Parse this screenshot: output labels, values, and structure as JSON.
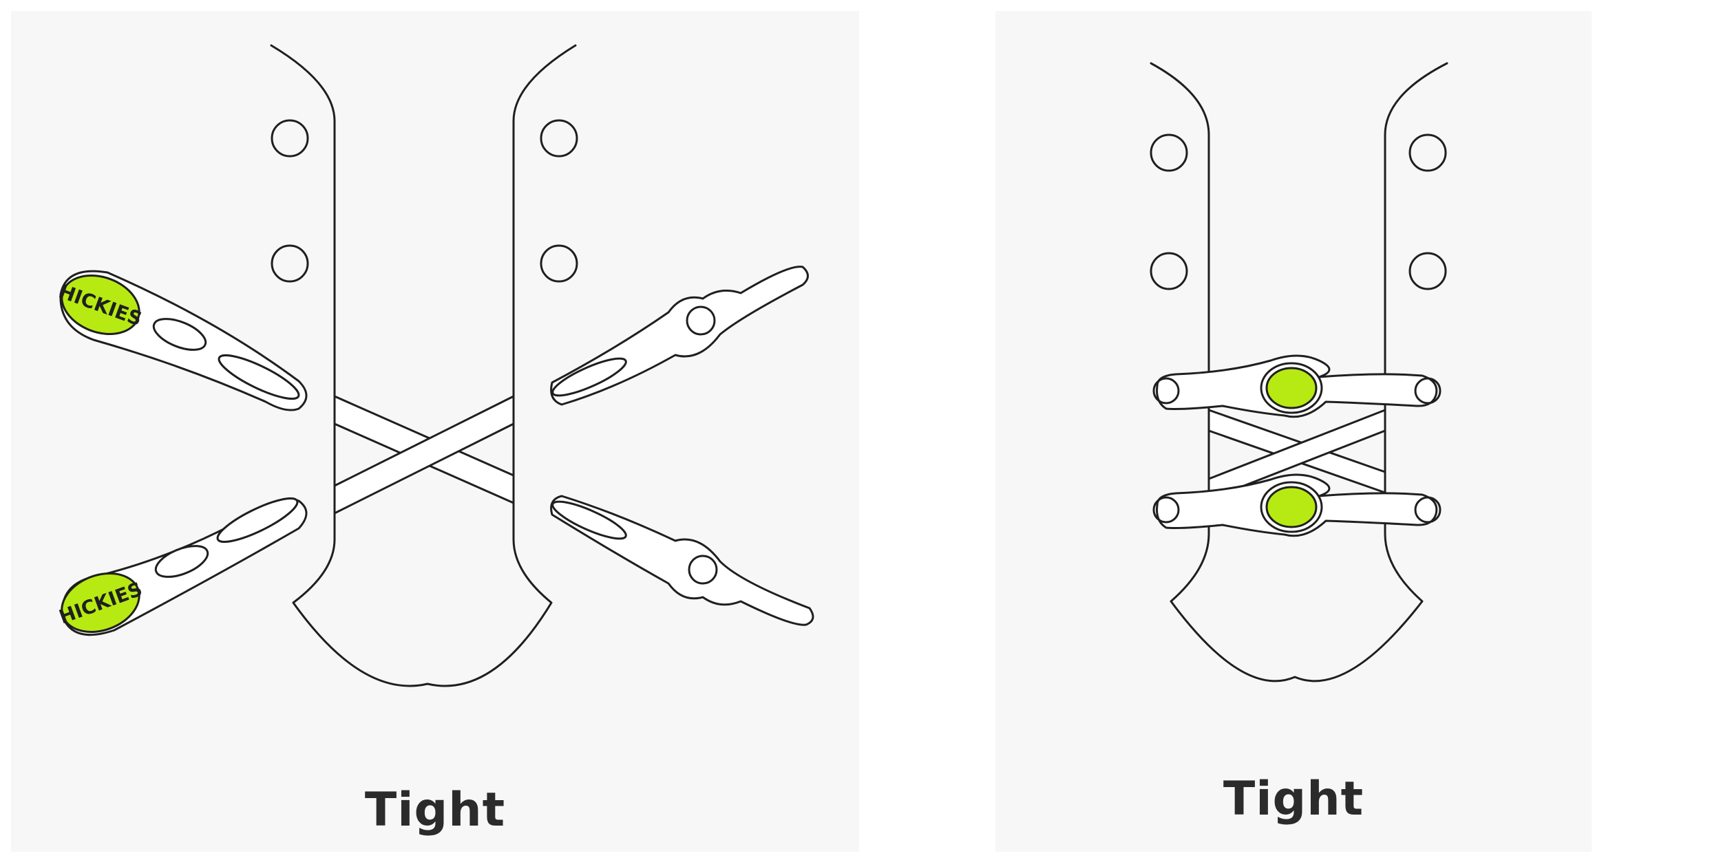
{
  "panels": [
    {
      "caption": "Tight",
      "brand_text": "HICKIES"
    },
    {
      "caption": "Tight"
    }
  ],
  "colors": {
    "background": "#f7f7f7",
    "accent": "#b7ea12",
    "ink": "#1f1f1f"
  }
}
